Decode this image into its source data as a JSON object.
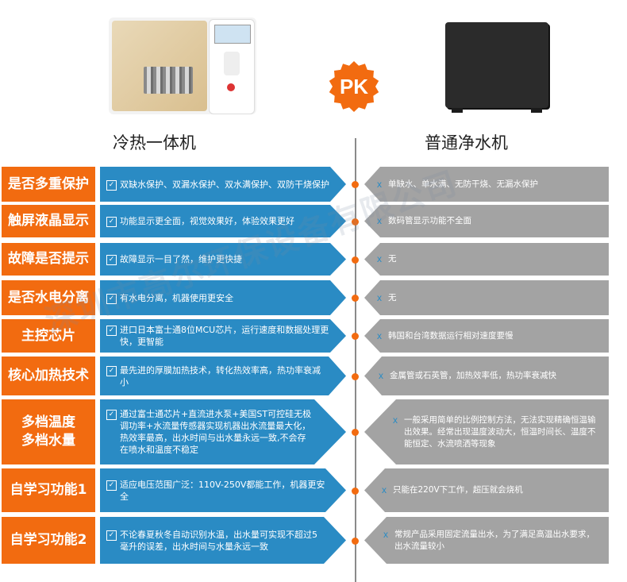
{
  "header": {
    "pk_label": "PK",
    "left_title": "冷热一体机",
    "right_title": "普通净水机"
  },
  "colors": {
    "orange": "#f26b10",
    "blue": "#2a8bc4",
    "grey": "#a3a3a3",
    "divider": "#8a8a8a"
  },
  "icons": {
    "left_item": "checkbox-icon",
    "right_item": "x-icon"
  },
  "rows": [
    {
      "label": "是否多重保护",
      "left": "双缺水保护、双漏水保护、双水满保护、双防干烧保护",
      "right": "单缺水、单水满、无防干烧、无漏水保护"
    },
    {
      "label": "触屏液晶显示",
      "left": "功能显示更全面，视觉效果好，体验效果更好",
      "right": "数码管显示功能不全面"
    },
    {
      "label": "故障是否提示",
      "left": "故障显示一目了然，维护更快捷",
      "right": "无"
    },
    {
      "label": "是否水电分离",
      "left": "有水电分离，机器使用更安全",
      "right": "无"
    },
    {
      "label": "主控芯片",
      "left": "进口日本富士通8位MCU芯片，运行速度和数据处理更快，更智能",
      "right": "韩国和台湾数据运行相对速度要慢"
    },
    {
      "label": "核心加热技术",
      "left": "最先进的厚膜加热技术，转化热效率高，热功率衰减小",
      "right": "金属管或石英管，加热效率低，热功率衰减快"
    },
    {
      "label": "多档温度\n多档水量",
      "left": "通过富士通芯片+直流进水泵+美国ST可控硅无极调功率+水流量传感器实现机器出水流量最大化，热效率最高，出水时间与出水量永远一致,不会存在喷水和温度不稳定",
      "right": "一般采用简单的比例控制方法，无法实现精确恒温输出效果。经常出现温度波动大，恒温时间长、温度不能恒定、水流喷洒等现象"
    },
    {
      "label": "自学习功能1",
      "left": "适应电压范围广泛：110V-250V都能工作，机器更安全",
      "right": "只能在220V下工作，超压就会烧机"
    },
    {
      "label": "自学习功能2",
      "left": "不论春夏秋冬自动识别水温，出水量可实现不超过5毫升的误差，出水时间与水量永远一致",
      "right": "常规产品采用固定流量出水，为了满足高温出水要求，出水流量较小"
    }
  ],
  "watermark": "深圳市高尔环保设备有限公司"
}
